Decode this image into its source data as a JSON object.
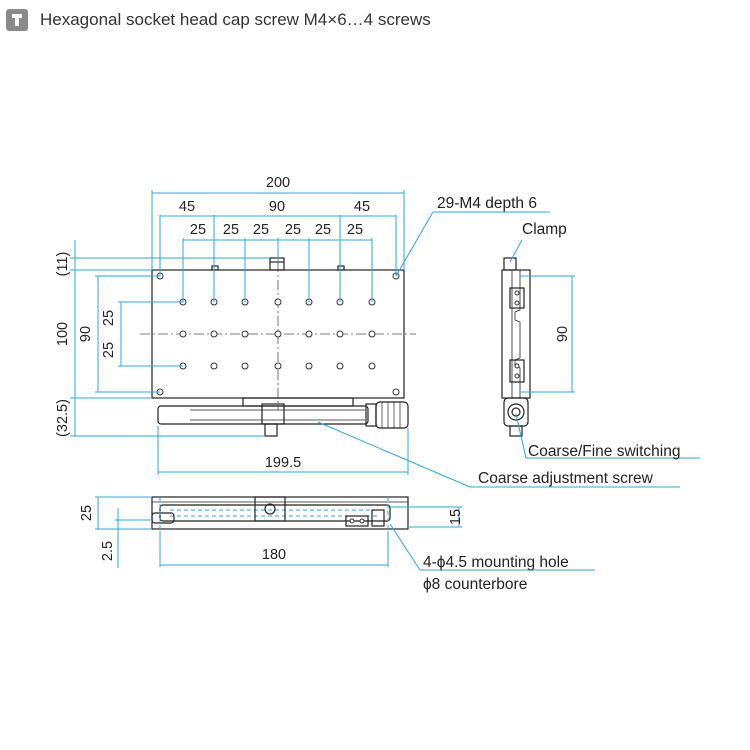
{
  "header": {
    "icon": "screw-icon",
    "title": "Hexagonal socket head cap screw M4×6…4 screws"
  },
  "dimensions": {
    "overall_width": "200",
    "outer_pitch": "45",
    "middle_pitch": "90",
    "outer_pitch_right": "45",
    "hole_pitch": [
      "25",
      "25",
      "25",
      "25",
      "25",
      "25"
    ],
    "top_offset": "(11)",
    "height_total": "100",
    "height_holes": "90",
    "row_pitch_upper": "25",
    "row_pitch_lower": "25",
    "bottom_extension": "(32.5)",
    "width_with_knob": "199.5",
    "side_height": "90",
    "thickness": "25",
    "base_offset": "2.5",
    "mount_pitch": "180",
    "side_15": "15"
  },
  "callouts": {
    "tapped_holes": "29-M4 depth 6",
    "clamp": "Clamp",
    "coarse_fine": "Coarse/Fine switching",
    "coarse_screw": "Coarse adjustment screw",
    "mounting_hole": "4-ϕ4.5 mounting hole",
    "counterbore": "ϕ8 counterbore"
  },
  "colors": {
    "dimension_line": "#29a8e0",
    "outline": "#222222",
    "text": "#222222"
  }
}
